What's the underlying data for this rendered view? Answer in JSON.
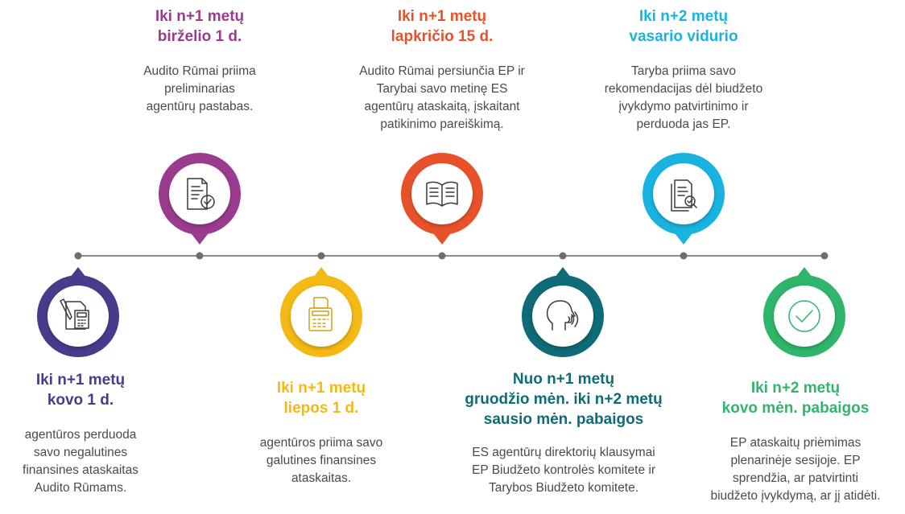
{
  "colors": {
    "purple_dark": "#4a3a8c",
    "magenta": "#9a3b8f",
    "amber": "#f5b915",
    "orange_red": "#e8522a",
    "teal": "#0e6b77",
    "sky": "#1ab3e0",
    "green": "#2fb66b",
    "line": "#8a8a8a"
  },
  "milestones": [
    {
      "date": "Iki n+1 metų\nkovo 1 d.",
      "desc": "agentūros perduoda\nsavo negalutines\nfinansines ataskaitas\nAudito Rūmams.",
      "icon": "calculator-document-icon"
    },
    {
      "date": "Iki n+1 metų\nbirželio 1 d.",
      "desc": "Audito Rūmai priima\npreliminarias\nagentūrų pastabas.",
      "icon": "document-check-icon"
    },
    {
      "date": "Iki n+1 metų\nliepos 1 d.",
      "desc": "agentūros priima savo\ngalutines finansines\nataskaitas.",
      "icon": "calculator-printer-icon"
    },
    {
      "date": "Iki n+1 metų\nlapkričio 15 d.",
      "desc": "Audito Rūmai persiunčia EP ir\nTarybai savo metinę ES\nagentūrų ataskaitą, įskaitant\npatikinimo pareiškimą.",
      "icon": "open-book-icon"
    },
    {
      "date": "Nuo n+1 metų\ngruodžio mėn. iki n+2 metų\nsausio mėn. pabaigos",
      "desc": "ES agentūrų direktorių klausymai\nEP Biudžeto kontrolės komitete ir\nTarybos Biudžeto komitete.",
      "icon": "speaking-head-icon"
    },
    {
      "date": "Iki n+2 metų\nvasario vidurio",
      "desc": "Taryba priima savo\nrekomendacijas dėl biudžeto\nįvykdymo patvirtinimo ir\nperduoda jas EP.",
      "icon": "document-search-icon"
    },
    {
      "date": "Iki n+2 metų\nkovo mėn. pabaigos",
      "desc": "EP ataskaitų priėmimas\nplenarinėje sesijoje. EP\nsprendžia, ar patvirtinti\nbiudžeto įvykdymą, ar jį atidėti.",
      "icon": "check-circle-icon"
    }
  ]
}
